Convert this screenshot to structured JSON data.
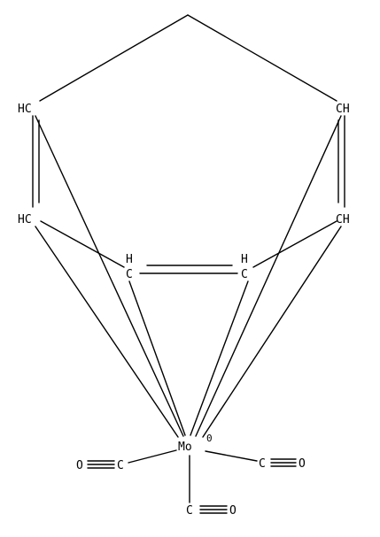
{
  "molecule": {
    "atoms": {
      "c1": "HC",
      "c2": "HC",
      "c3a": "H",
      "c3b": "C",
      "c4a": "H",
      "c4b": "C",
      "c5": "CH",
      "c6": "CH",
      "metal": "Mo",
      "charge": "0",
      "co_left_o": "O",
      "co_left_c": "C",
      "co_right_c": "C",
      "co_right_o": "O",
      "co_bottom_c": "C",
      "co_bottom_o": "O"
    }
  }
}
